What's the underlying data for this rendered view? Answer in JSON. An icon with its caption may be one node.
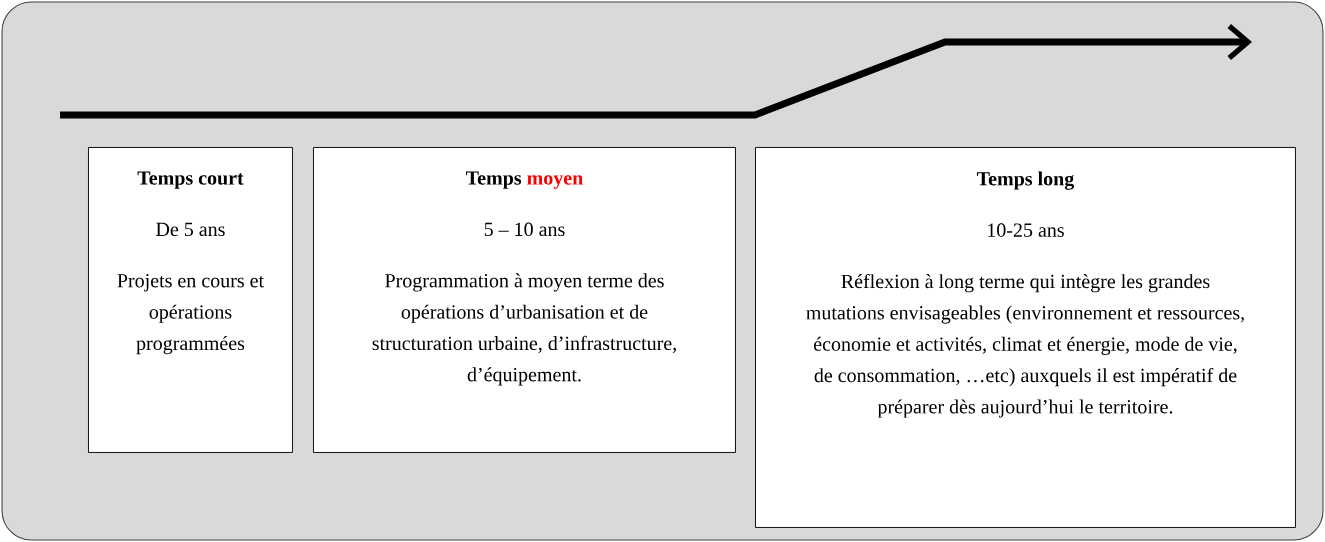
{
  "diagram": {
    "nodes": [
      {
        "text": [
          "Temps court",
          "De 5 ans",
          "Projets en cours et opérations programmées"
        ]
      },
      {
        "text": [
          "Temps",
          "moyen",
          "5 – 10 ans",
          "Programmation à moyen terme des opérations d’urbanisation et de structuration urbaine, d’infrastructure, d’équipement."
        ]
      },
      {
        "text": [
          "Temps long",
          "10-25 ans",
          "Réflexion à long terme qui intègre les grandes mutations envisageables (environnement et ressources, économie et activités, climat et énergie, mode de vie, de consommation, …etc) auxquels il est impératif de préparer dès aujourd’hui le territoire."
        ]
      }
    ],
    "edges": []
  }
}
